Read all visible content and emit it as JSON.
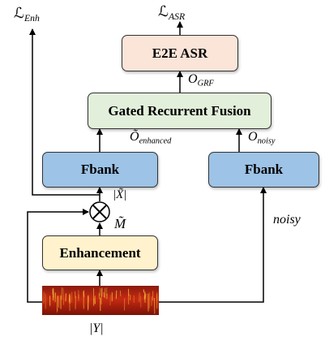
{
  "blocks": {
    "e2e_asr": "E2E ASR",
    "grf": "Gated Recurrent Fusion",
    "fbank_enhanced": "Fbank",
    "fbank_noisy": "Fbank",
    "enhancement": "Enhancement"
  },
  "labels": {
    "loss_enh_main": "ℒ",
    "loss_enh_sub": "Enh",
    "loss_asr_main": "ℒ",
    "loss_asr_sub": "ASR",
    "o_grf_main": "O",
    "o_grf_sub": "GRF",
    "o_enh_main": "Õ",
    "o_enh_sub": "enhanced",
    "o_noisy_main": "O",
    "o_noisy_sub": "noisy",
    "x_tilde": "|X̃|",
    "m_tilde": "M̃",
    "y_mag": "|Y|",
    "noisy": "noisy"
  },
  "colors": {
    "e2e_asr_fill": "#fbe4d8",
    "grf_fill": "#e2efda",
    "fbank_fill": "#9dc3e6",
    "enhancement_fill": "#fff2cc"
  }
}
